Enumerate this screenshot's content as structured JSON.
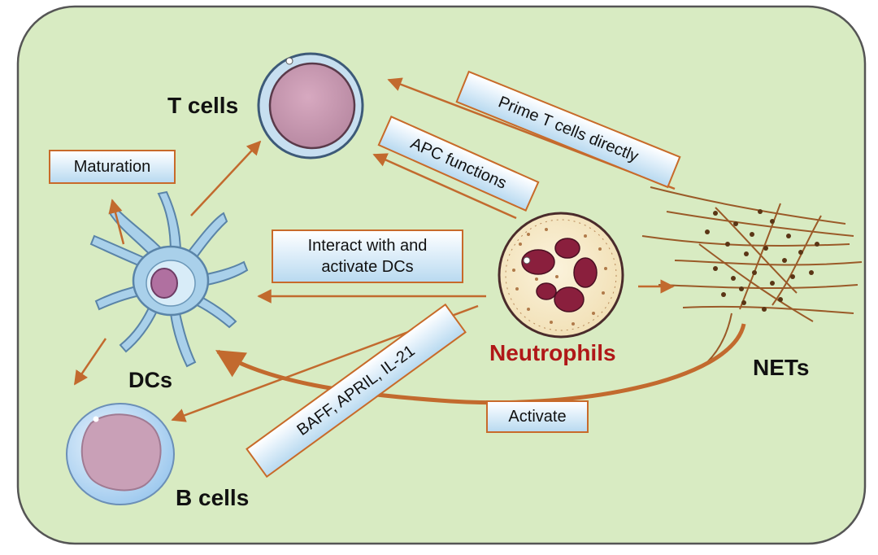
{
  "cells": {
    "t_cells": "T cells",
    "dcs": "DCs",
    "b_cells": "B cells",
    "neutrophils": "Neutrophils",
    "nets": "NETs"
  },
  "relations": {
    "maturation": "Maturation",
    "prime_t_cells": "Prime T cells directly",
    "apc_functions": "APC functions",
    "interact_line1": "Interact with and",
    "interact_line2": "activate DCs",
    "baff": "BAFF, APRIL, IL-21",
    "activate": "Activate"
  },
  "colors": {
    "panel_fill": "#d8ebc2",
    "arrow": "#c26a2e",
    "neutrophil_label": "#b01818",
    "box_border": "#c86a2a"
  }
}
